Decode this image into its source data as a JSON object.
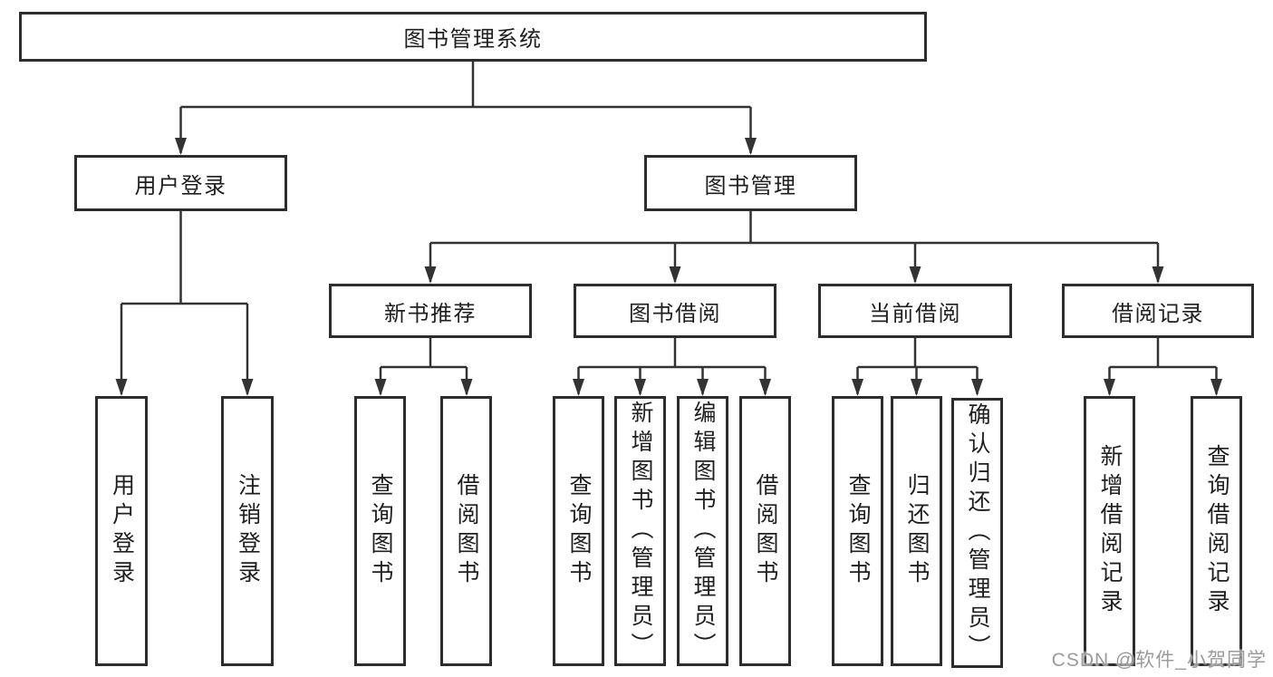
{
  "diagram_title": "图书管理系统",
  "tree": {
    "label": "图书管理系统",
    "children": [
      {
        "label": "用户登录",
        "children": [
          {
            "label": "用户登录"
          },
          {
            "label": "注销登录"
          }
        ]
      },
      {
        "label": "图书管理",
        "children": [
          {
            "label": "新书推荐",
            "children": [
              {
                "label": "查询图书"
              },
              {
                "label": "借阅图书"
              }
            ]
          },
          {
            "label": "图书借阅",
            "children": [
              {
                "label": "查询图书"
              },
              {
                "label": "新增图书（管理员）"
              },
              {
                "label": "编辑图书（管理员）"
              },
              {
                "label": "借阅图书"
              }
            ]
          },
          {
            "label": "当前借阅",
            "children": [
              {
                "label": "查询图书"
              },
              {
                "label": "归还图书"
              },
              {
                "label": "确认归还（管理员）"
              }
            ]
          },
          {
            "label": "借阅记录",
            "children": [
              {
                "label": "新增借阅记录"
              },
              {
                "label": "查询借阅记录"
              }
            ]
          }
        ]
      }
    ]
  },
  "colors": {
    "line": "#333333",
    "border": "#2d2d2d",
    "text": "#1f1f1f",
    "watermark": "#9b9b9b",
    "background": "#ffffff"
  },
  "watermark": {
    "text": "CSDN @软件_小贺同学"
  }
}
